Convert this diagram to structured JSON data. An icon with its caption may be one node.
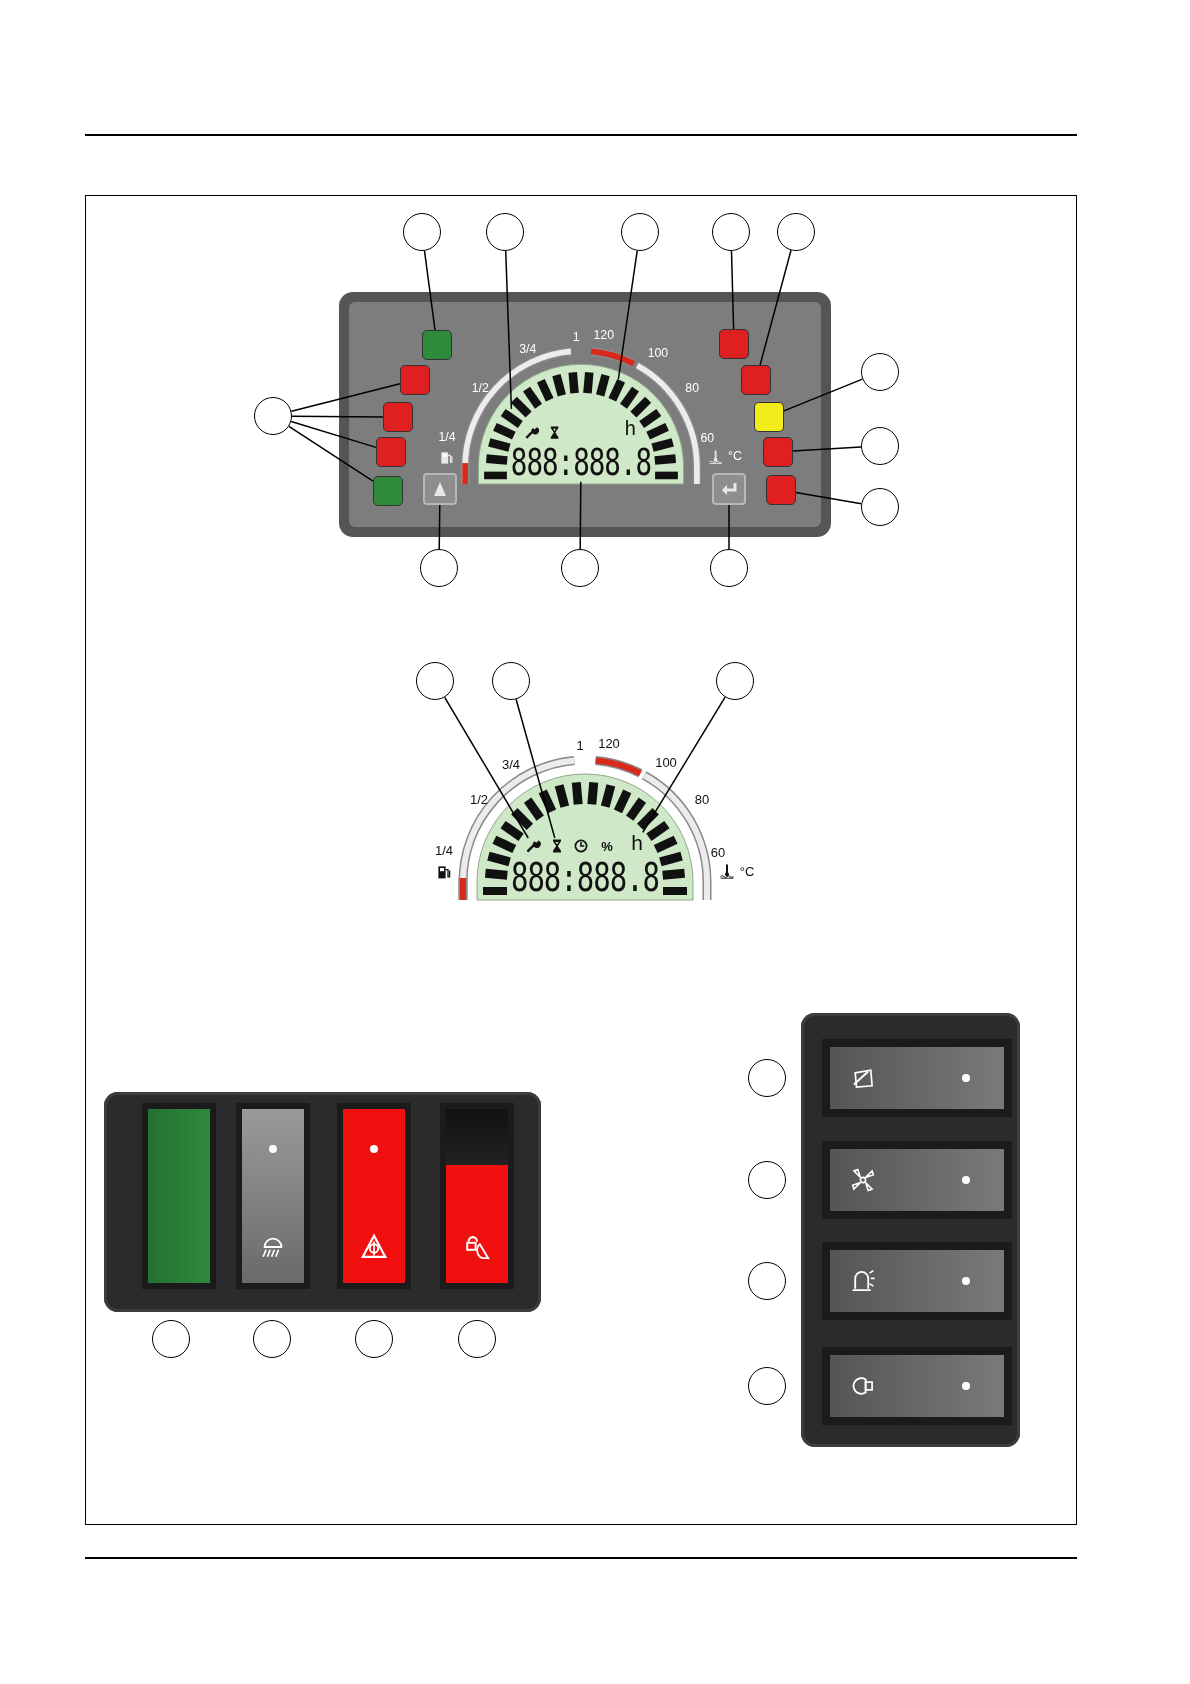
{
  "diagram": {
    "nodes": [
      {
        "text": [],
        "shape": "circle"
      },
      {
        "text": [],
        "shape": "circle"
      },
      {
        "text": [],
        "shape": "circle"
      },
      {
        "text": [],
        "shape": "circle"
      },
      {
        "text": [],
        "shape": "circle"
      },
      {
        "text": [],
        "shape": "box"
      },
      {
        "text": [],
        "shape": "bar"
      },
      {
        "text": [],
        "shape": "bar"
      },
      {
        "text": [],
        "shape": "box"
      },
      {
        "text": [],
        "shape": "box"
      },
      {
        "text": [],
        "shape": "circle"
      },
      {
        "text": [],
        "shape": "box"
      },
      {
        "text": [],
        "shape": "circle"
      },
      {
        "text": [],
        "shape": "box"
      },
      {
        "text": [],
        "shape": "box"
      },
      {
        "text": [],
        "shape": "box"
      },
      {
        "text": [],
        "shape": "box"
      },
      {
        "text": [],
        "shape": "box"
      },
      {
        "text": [],
        "shape": "circle"
      },
      {
        "text": [],
        "shape": "box"
      },
      {
        "text": [],
        "shape": "circle"
      },
      {
        "text": [
          "888:888.8"
        ]
      },
      {
        "text": [],
        "shape": "box"
      },
      {
        "text": [],
        "shape": "box"
      },
      {
        "text": [],
        "shape": "circle"
      },
      {
        "text": [],
        "shape": "circle"
      },
      {
        "text": [],
        "shape": "circle"
      },
      {
        "text": [],
        "shape": "circle"
      },
      {
        "text": [],
        "shape": "circle"
      },
      {
        "text": [],
        "shape": "circle"
      },
      {
        "text": [],
        "shape": "wrench"
      },
      {
        "text": [],
        "shape": "hourglass"
      },
      {
        "text": [
          "h"
        ]
      },
      {
        "text": [],
        "shape": "circle"
      },
      {
        "text": [],
        "shape": "circle"
      },
      {
        "text": [],
        "shape": "circle"
      },
      {
        "text": [],
        "shape": "circle"
      },
      {
        "text": [],
        "shape": "circle"
      },
      {
        "text": [],
        "shape": "circle"
      },
      {
        "text": [],
        "shape": "circle"
      },
      {
        "text": [],
        "shape": "circle"
      }
    ],
    "edges": [
      {
        "from": 0,
        "to": 5,
        "arrow": "none"
      },
      {
        "from": 1,
        "to": 6,
        "arrow": "none"
      },
      {
        "from": 2,
        "to": 7,
        "arrow": "none"
      },
      {
        "from": 3,
        "to": 8,
        "arrow": "none"
      },
      {
        "from": 4,
        "to": 9,
        "arrow": "none"
      },
      {
        "from": 10,
        "to": 11,
        "arrow": "none"
      },
      {
        "from": 12,
        "to": 13,
        "arrow": "none"
      },
      {
        "from": 12,
        "to": 14,
        "arrow": "none"
      },
      {
        "from": 12,
        "to": 15,
        "arrow": "none"
      },
      {
        "from": 12,
        "to": 16,
        "arrow": "none"
      },
      {
        "from": 18,
        "to": 17,
        "arrow": "none"
      },
      {
        "from": 20,
        "to": 19,
        "arrow": "none"
      },
      {
        "from": 24,
        "to": 22,
        "arrow": "none"
      },
      {
        "from": 25,
        "to": 21,
        "arrow": "none"
      },
      {
        "from": 26,
        "to": 23,
        "arrow": "none"
      },
      {
        "from": 27,
        "to": 30,
        "arrow": "none"
      },
      {
        "from": 28,
        "to": 31,
        "arrow": "none"
      },
      {
        "from": 29,
        "to": 32,
        "arrow": "none"
      }
    ],
    "labels": [
      "1",
      "120",
      "3/4",
      "100",
      "1/2",
      "80",
      "h",
      "1/4",
      "60",
      "°C",
      "1",
      "120",
      "3/4",
      "100",
      "1/2",
      "80",
      "%",
      "1/4",
      "60",
      "°C",
      "888:888.8"
    ]
  }
}
